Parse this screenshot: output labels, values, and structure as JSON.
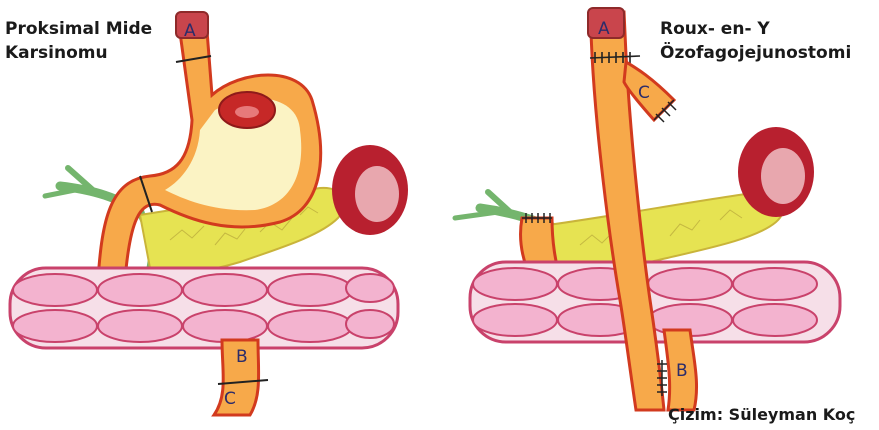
{
  "left_panel": {
    "title_line1": "Proksimal Mide",
    "title_line2": "Karsinomu",
    "label_a": "A",
    "label_b": "B",
    "label_c": "C"
  },
  "right_panel": {
    "title_line1": "Roux- en- Y",
    "title_line2": "Özofagojejunostomi",
    "label_a": "A",
    "label_b": "B",
    "label_c": "C"
  },
  "credit": "Çizim: Süleyman Koç",
  "colors": {
    "organ_outline": "#d23a1e",
    "organ_fill": "#f7a94a",
    "stomach_inner": "#fbf3c4",
    "pancreas": "#e6e352",
    "spleen": "#b8202f",
    "colon": "#f3b3cf",
    "vessel": "#74b56d"
  }
}
